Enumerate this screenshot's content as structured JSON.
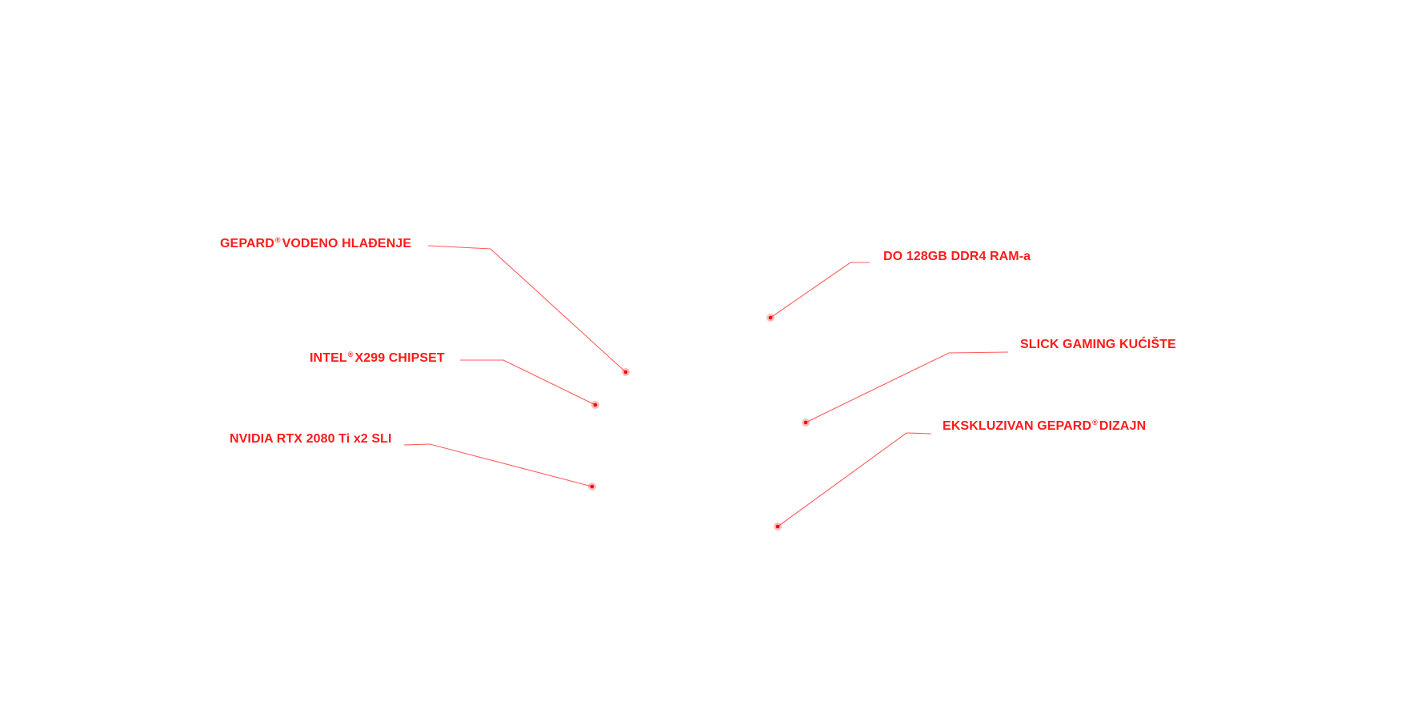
{
  "colors": {
    "accent": "#ff1a1a",
    "leader_line": "#ff5a5a",
    "anchor": "#e81010",
    "background": "#ffffff"
  },
  "callouts": [
    {
      "id": "water-cooling",
      "label_before": "GEPARD",
      "registered": "®",
      "label_after": "VODENO HLAĐENJE"
    },
    {
      "id": "chipset",
      "label_before": "INTEL",
      "registered": "®",
      "label_after": "X299 CHIPSET"
    },
    {
      "id": "gpu",
      "label_before": "NVIDIA RTX 2080 Ti x2 SLI",
      "registered": "",
      "label_after": ""
    },
    {
      "id": "ram",
      "label_before": "DO 128GB DDR4 RAM-a",
      "registered": "",
      "label_after": ""
    },
    {
      "id": "case",
      "label_before": "SLICK GAMING KUĆIŠTE",
      "registered": "",
      "label_after": ""
    },
    {
      "id": "design",
      "label_before": "EKSKLUZIVAN GEPARD",
      "registered": "®",
      "label_after": "DIZAJN"
    }
  ]
}
